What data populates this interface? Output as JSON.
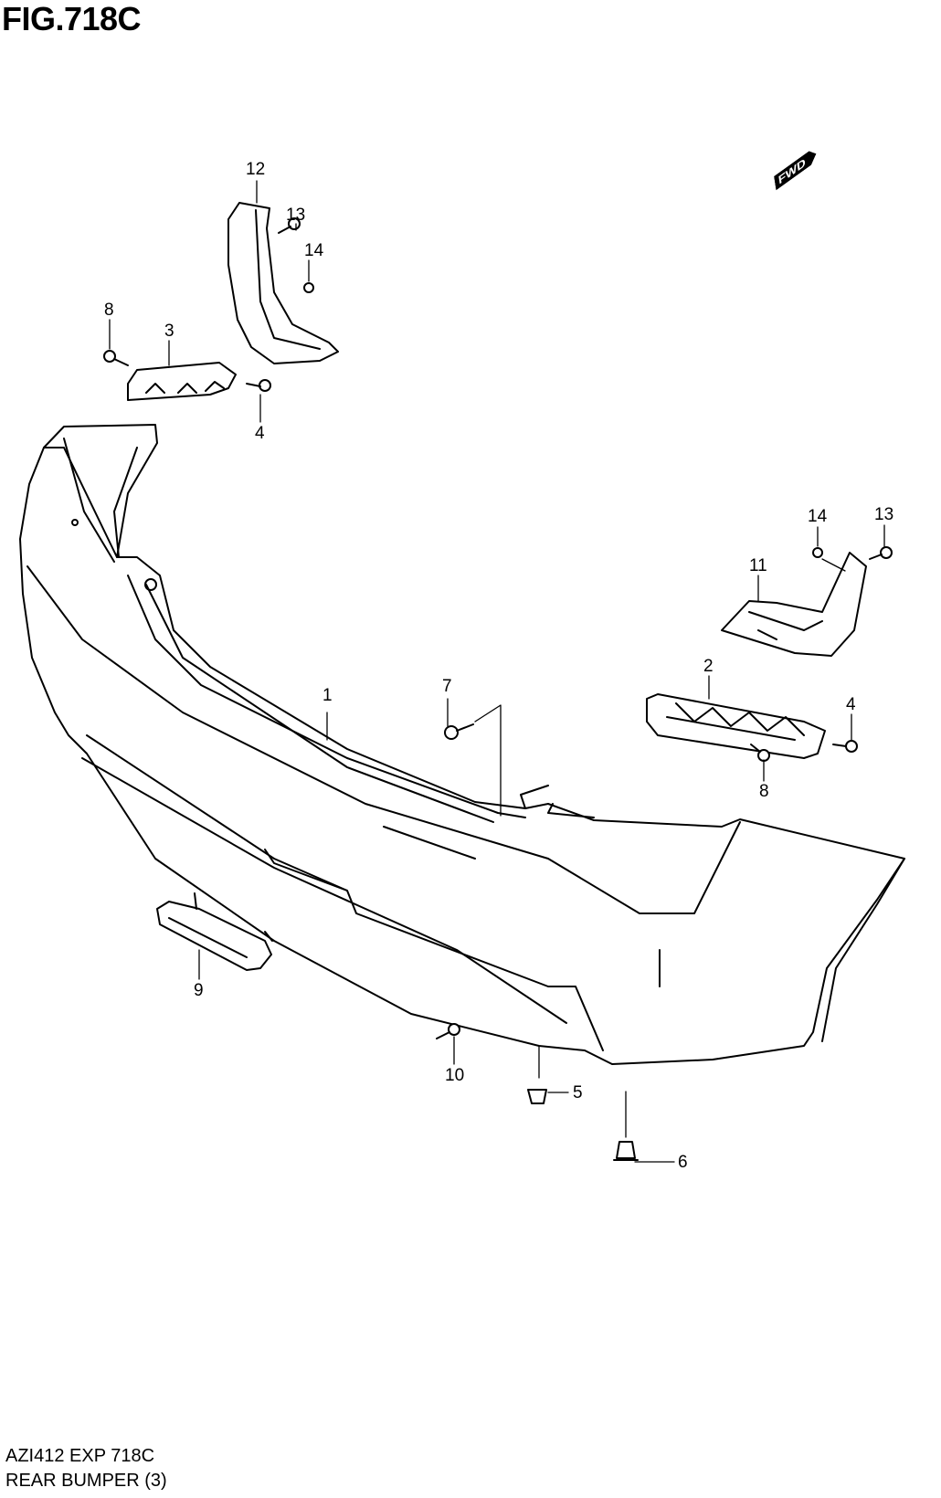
{
  "figure_title": "FIG.718C",
  "footer": {
    "code": "AZI412 EXP 718C",
    "name": "REAR BUMPER (3)"
  },
  "fwd_label": "FWD",
  "callouts": [
    "1",
    "2",
    "3",
    "4",
    "4",
    "5",
    "6",
    "7",
    "8",
    "8",
    "9",
    "10",
    "11",
    "12",
    "13",
    "13",
    "14",
    "14"
  ]
}
